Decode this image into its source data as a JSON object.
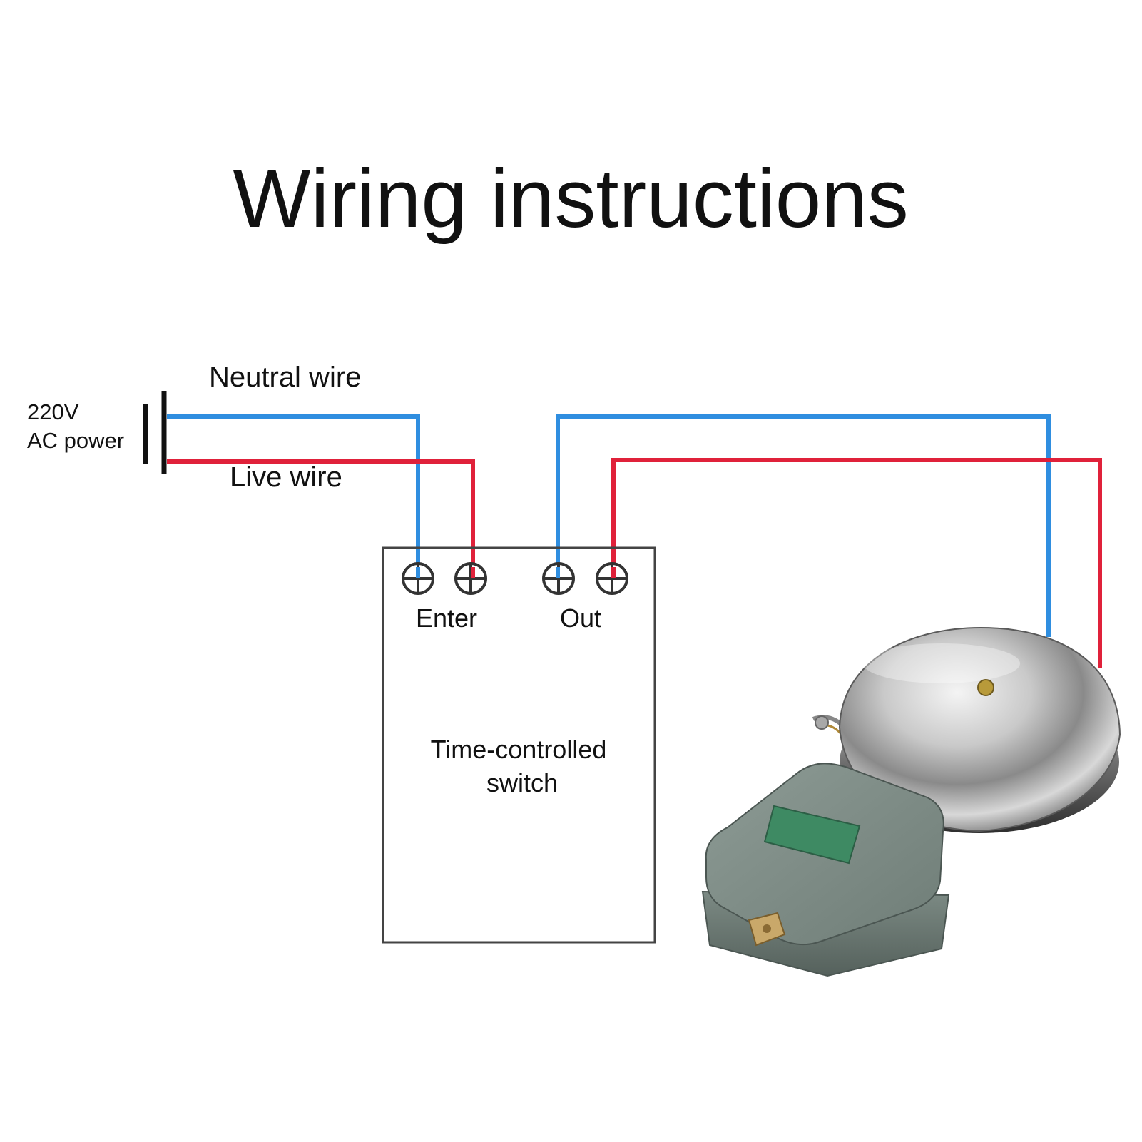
{
  "title": "Wiring instructions",
  "power": {
    "voltage": "220V",
    "type": "AC power"
  },
  "wires": {
    "neutral_label": "Neutral wire",
    "live_label": "Live wire",
    "neutral_color": "#2f8ee0",
    "live_color": "#e0213a"
  },
  "switch": {
    "input_label": "Enter",
    "output_label": "Out",
    "name_line1": "Time-controlled",
    "name_line2": "switch"
  },
  "device": {
    "icon": "electric-bell-icon"
  }
}
